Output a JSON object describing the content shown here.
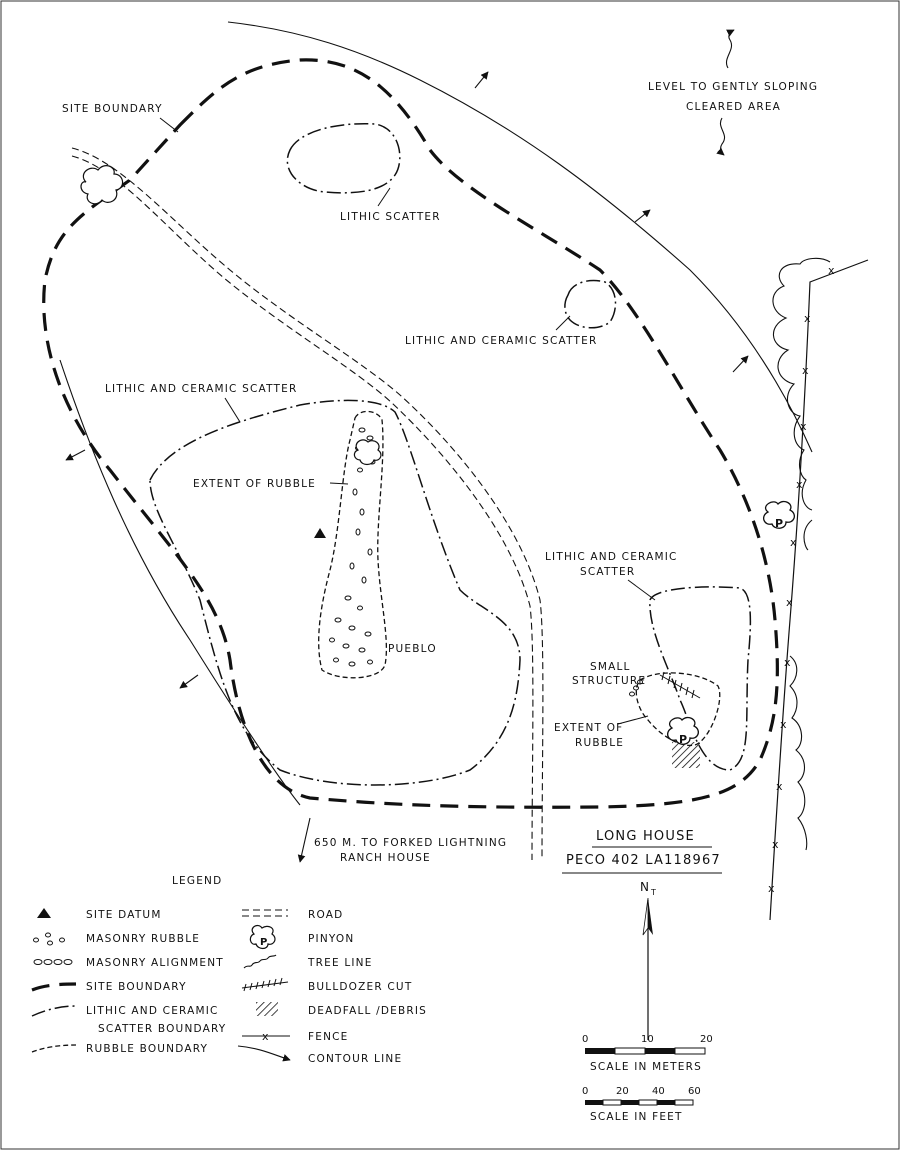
{
  "map": {
    "title_line1": "LONG HOUSE",
    "title_line2": "PECO 402 LA118967",
    "north_label": "N",
    "north_subscript": "T",
    "top_note_line1": "LEVEL TO GENTLY SLOPING",
    "top_note_line2": "CLEARED AREA",
    "direction_note_line1": "650 M. TO FORKED LIGHTNING",
    "direction_note_line2": "RANCH HOUSE"
  },
  "labels": {
    "site_boundary": "SITE BOUNDARY",
    "lithic_scatter": "LITHIC SCATTER",
    "lithic_ceramic_scatter_right": "LITHIC AND CERAMIC SCATTER",
    "lithic_ceramic_scatter_left": "LITHIC AND CERAMIC SCATTER",
    "extent_of_rubble": "EXTENT OF RUBBLE",
    "pueblo": "PUEBLO",
    "lithic_ceramic_scatter_lower_1": "LITHIC AND CERAMIC",
    "lithic_ceramic_scatter_lower_2": "SCATTER",
    "small_structure_1": "SMALL",
    "small_structure_2": "STRUCTURE",
    "extent_of_rubble_lower_1": "EXTENT OF",
    "extent_of_rubble_lower_2": "RUBBLE",
    "pinyon_marker": "P",
    "fence_marker": "x"
  },
  "legend": {
    "title": "LEGEND",
    "items": [
      {
        "label": "SITE DATUM",
        "symbol": "filled-triangle"
      },
      {
        "label": "MASONRY RUBBLE",
        "symbol": "small-ovals"
      },
      {
        "label": "MASONRY ALIGNMENT",
        "symbol": "oval-chain"
      },
      {
        "label": "SITE BOUNDARY",
        "symbol": "heavy-dash"
      },
      {
        "label": "LITHIC AND CERAMIC",
        "label_2": "SCATTER BOUNDARY",
        "symbol": "dash-dot"
      },
      {
        "label": "RUBBLE BOUNDARY",
        "symbol": "short-dash"
      },
      {
        "label": "ROAD",
        "symbol": "double-dash"
      },
      {
        "label": "PINYON",
        "symbol": "tree-p"
      },
      {
        "label": "TREE LINE",
        "symbol": "scalloped"
      },
      {
        "label": "BULLDOZER CUT",
        "symbol": "hatched-line"
      },
      {
        "label": "DEADFALL /DEBRIS",
        "symbol": "diagonal-hatch"
      },
      {
        "label": "FENCE",
        "symbol": "line-x"
      },
      {
        "label": "CONTOUR LINE",
        "symbol": "line-arrow"
      }
    ]
  },
  "scales": {
    "meters": {
      "ticks": [
        "0",
        "10",
        "20"
      ],
      "label": "SCALE IN METERS"
    },
    "feet": {
      "ticks": [
        "0",
        "20",
        "40",
        "60"
      ],
      "label": "SCALE IN FEET"
    }
  }
}
